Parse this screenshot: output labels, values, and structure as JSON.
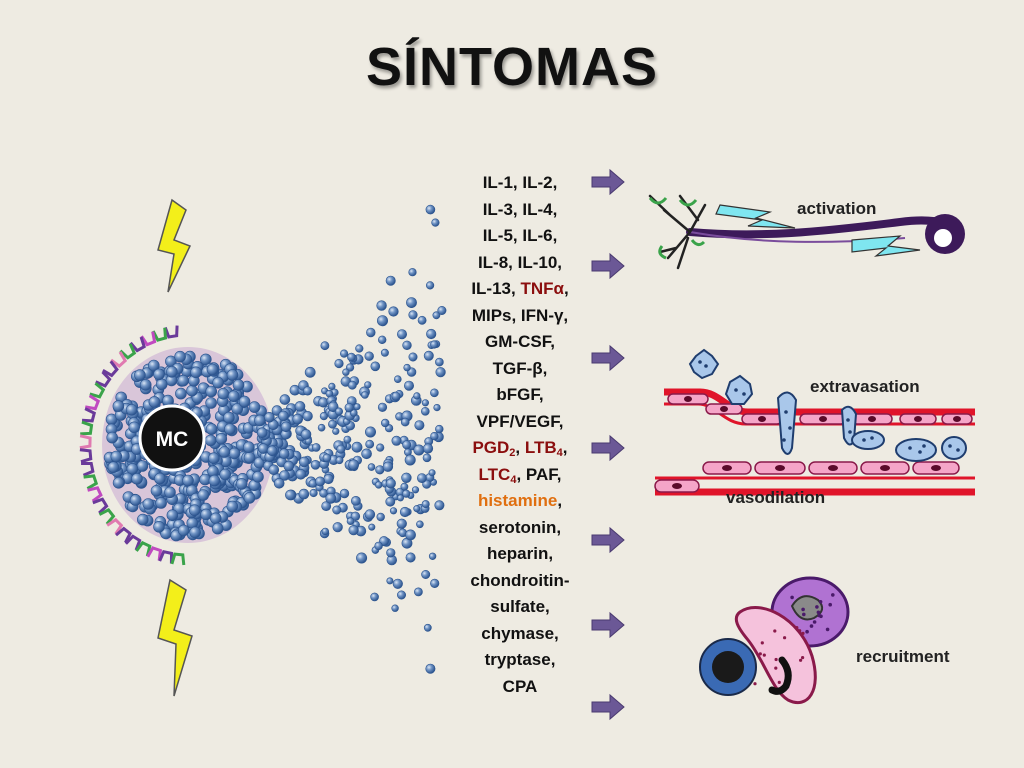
{
  "title": "SÍNTOMAS",
  "cell": {
    "label": "MC"
  },
  "mediators": {
    "lines": [
      [
        {
          "t": "IL-1, IL-2,"
        }
      ],
      [
        {
          "t": "IL-3, IL-4,"
        }
      ],
      [
        {
          "t": "IL-5, IL-6,"
        }
      ],
      [
        {
          "t": "IL-8, IL-10,"
        }
      ],
      [
        {
          "t": "IL-13, "
        },
        {
          "t": "TNFα",
          "c": "red"
        },
        {
          "t": ","
        }
      ],
      [
        {
          "t": "MIPs, IFN-γ,"
        }
      ],
      [
        {
          "t": "GM-CSF,"
        }
      ],
      [
        {
          "t": "TGF-β,"
        }
      ],
      [
        {
          "t": "bFGF,"
        }
      ],
      [
        {
          "t": "VPF/VEGF,"
        }
      ],
      [
        {
          "t": "PGD",
          "c": "red"
        },
        {
          "t": "2",
          "c": "red",
          "sub": true
        },
        {
          "t": ", "
        },
        {
          "t": "LTB",
          "c": "red"
        },
        {
          "t": "4",
          "c": "red",
          "sub": true
        },
        {
          "t": ","
        }
      ],
      [
        {
          "t": "LTC",
          "c": "red"
        },
        {
          "t": "4",
          "c": "red",
          "sub": true
        },
        {
          "t": ", PAF,"
        }
      ],
      [
        {
          "t": "histamine",
          "c": "orange"
        },
        {
          "t": ","
        }
      ],
      [
        {
          "t": "serotonin,"
        }
      ],
      [
        {
          "t": "heparin,"
        }
      ],
      [
        {
          "t": "chondroitin-"
        }
      ],
      [
        {
          "t": "sulfate,"
        }
      ],
      [
        {
          "t": "chymase,"
        }
      ],
      [
        {
          "t": "tryptase,"
        }
      ],
      [
        {
          "t": "CPA"
        }
      ]
    ]
  },
  "effects": {
    "activation": "activation",
    "extravasation": "extravasation",
    "vasodilation": "vasodilation",
    "recruitment": "recruitment"
  },
  "colors": {
    "background": "#eeebe2",
    "granule": "#3d6aa8",
    "arrow": "#6b5896",
    "red_text": "#8b0e0e",
    "orange_text": "#e06f10",
    "lightning": "#f3ef1a",
    "vessel": "#e0142a",
    "neuron": "#3d1a5a"
  }
}
